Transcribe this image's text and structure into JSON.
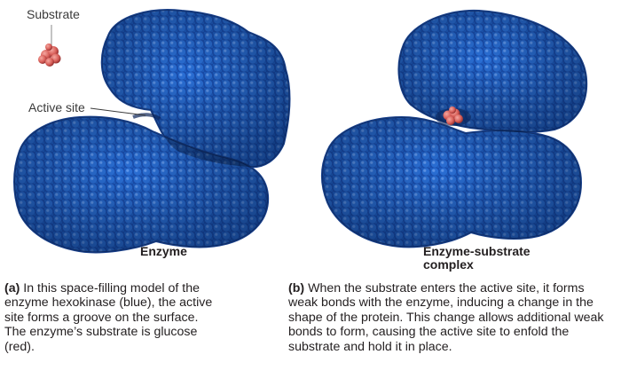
{
  "panel_a": {
    "substrate_label": "Substrate",
    "active_site_label": "Active site",
    "enzyme_label": "Enzyme",
    "caption_tag": "(a)",
    "caption_text": " In this space-filling model of the enzyme hexokinase (blue), the active site forms a groove on the surface. The enzyme’s substrate is glucose (red)."
  },
  "panel_b": {
    "complex_label_line1": "Enzyme-substrate",
    "complex_label_line2": "complex",
    "caption_tag": "(b)",
    "caption_text": " When the substrate enters the active site, it forms weak bonds with the enzyme, inducing a change in the shape of the protein. This change allows additional weak bonds to form, causing the active site to enfold the substrate and hold it in place."
  },
  "colors": {
    "enzyme_blue": "#1f5fc4",
    "enzyme_dark": "#0d2d6e",
    "substrate_red": "#d9605a"
  }
}
